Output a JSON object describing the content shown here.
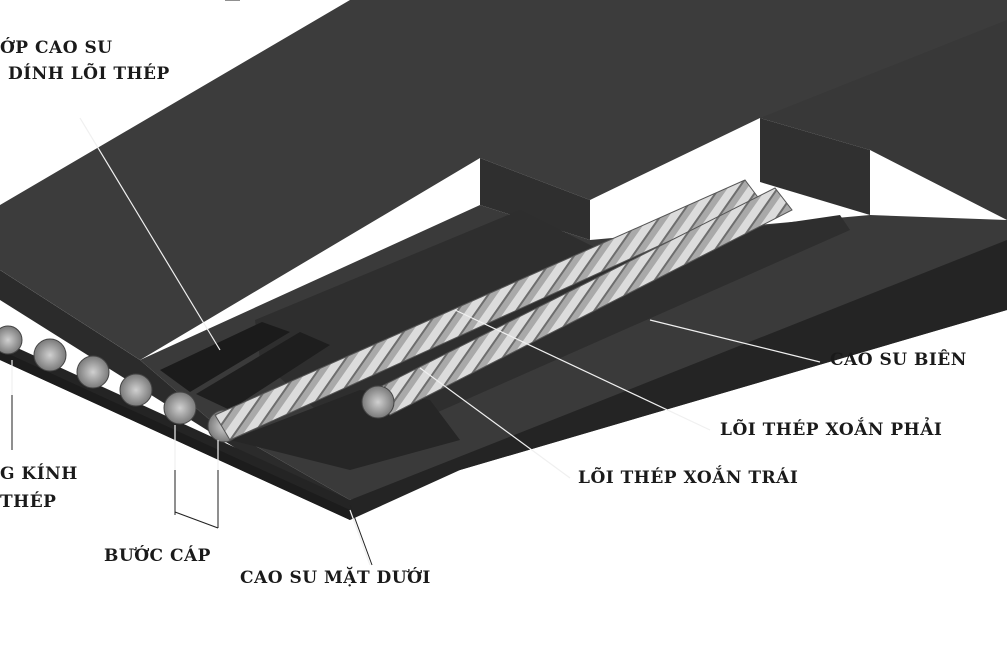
{
  "labels": {
    "top_layer_line1": "ỚP CAO SU",
    "top_layer_line2": "DÍNH LÕI THÉP",
    "edge_rubber": "CAO SU BIÊN",
    "right_lay_cord": "LÕI THÉP XOẮN PHẢI",
    "left_lay_cord": "LÕI THÉP XOẮN TRÁI",
    "diameter_line1": "G KÍNH",
    "diameter_line2": "THÉP",
    "cord_pitch": "BƯỚC CÁP",
    "bottom_rubber": "CAO SU MẶT DƯỚI"
  },
  "colors": {
    "belt_top": "#3b3b3b",
    "belt_side": "#2a2a2a",
    "belt_dark": "#1f1f1f",
    "channel": "#333333",
    "cord": "#bdbdbd",
    "leader_line": "#e8e8e8"
  }
}
